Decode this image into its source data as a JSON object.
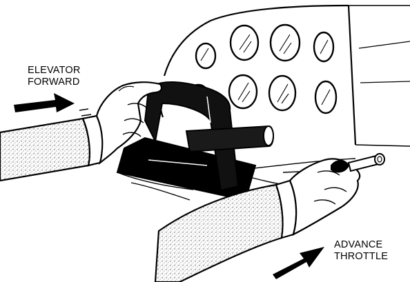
{
  "captions": {
    "elevator": {
      "line1": "ELEVATOR",
      "line2": "FORWARD"
    },
    "throttle": {
      "line1": "ADVANCE",
      "line2": "THROTTLE"
    }
  },
  "colors": {
    "ink": "#000000",
    "paper": "#ffffff",
    "sleeve_stipple": "#6a6a6a"
  },
  "icons": {
    "elevator_arrow": "arrow-right-icon",
    "throttle_arrow": "arrow-up-right-icon"
  }
}
